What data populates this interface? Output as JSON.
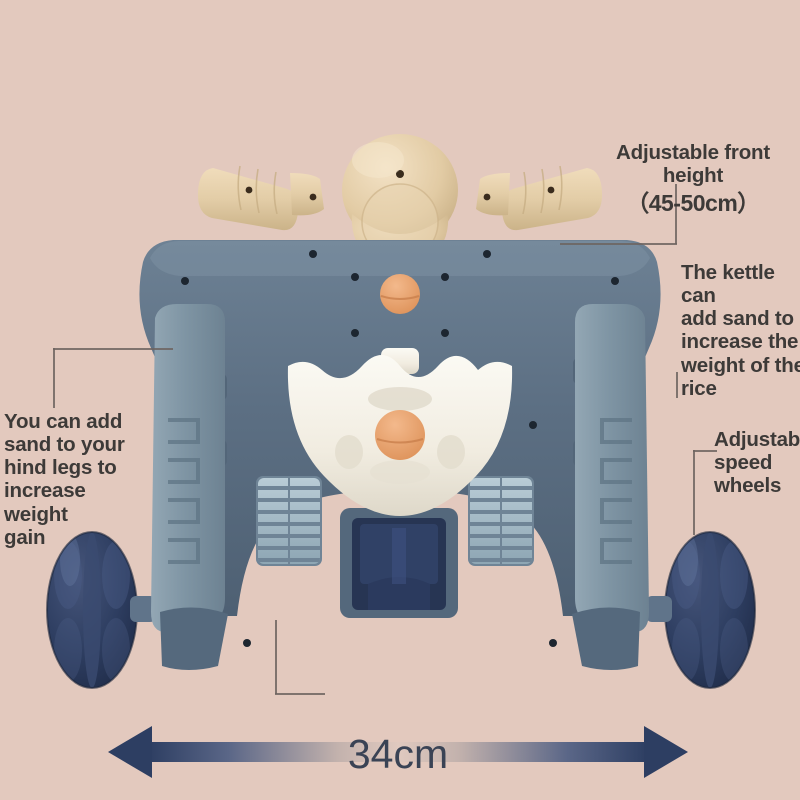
{
  "scene": {
    "background_color": "#e3c9be",
    "subject": "baby walker / ride-on toy, front view"
  },
  "annotations": [
    {
      "id": "front-height",
      "text": "Adjustable front height",
      "sub": "（45-50cm）"
    },
    {
      "id": "kettle",
      "text": "The kettle can\nadd sand to\nincrease the\nweight of the\nrice"
    },
    {
      "id": "hind-legs",
      "text": "You can add\nsand to your\nhind legs to\nincrease weight\ngain"
    },
    {
      "id": "speed-wheels",
      "text": "Adjustable\nspeed\nwheels"
    }
  ],
  "dimension": {
    "label": "34cm",
    "arrow_color": "#2d3e62",
    "text_color": "#3a4355"
  },
  "colors": {
    "background": "#e3c9be",
    "body_slate": "#5d7084",
    "body_slate_light": "#7e94a4",
    "handlebar_tan": "#e3cda7",
    "panel_cream": "#f2efe6",
    "accent_orange": "#e8a679",
    "wheel_navy": "#2b3a5c",
    "annotation_text": "#3d3a38",
    "leader_line": "#6d6460"
  }
}
